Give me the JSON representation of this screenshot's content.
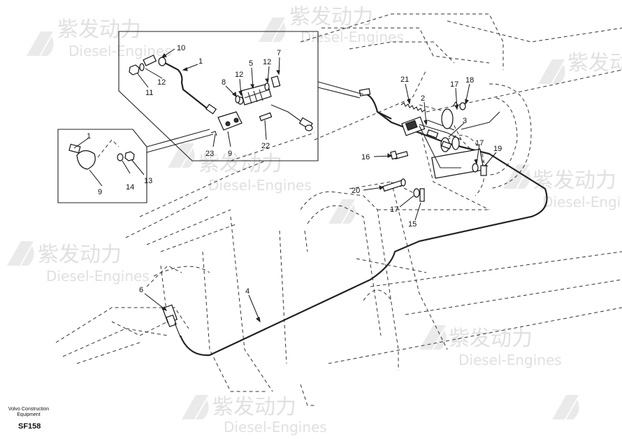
{
  "callouts": [
    {
      "id": "c10a",
      "text": "10"
    },
    {
      "id": "c1a",
      "text": "1"
    },
    {
      "id": "c11",
      "text": "11"
    },
    {
      "id": "c12a",
      "text": "12"
    },
    {
      "id": "c8",
      "text": "8"
    },
    {
      "id": "c12b",
      "text": "12"
    },
    {
      "id": "c5",
      "text": "5"
    },
    {
      "id": "c12c",
      "text": "12"
    },
    {
      "id": "c7",
      "text": "7"
    },
    {
      "id": "c23",
      "text": "23"
    },
    {
      "id": "c9a",
      "text": "9"
    },
    {
      "id": "c22",
      "text": "22"
    },
    {
      "id": "c1b",
      "text": "1"
    },
    {
      "id": "c9b",
      "text": "9"
    },
    {
      "id": "c14",
      "text": "14"
    },
    {
      "id": "c13",
      "text": "13"
    },
    {
      "id": "c21",
      "text": "21"
    },
    {
      "id": "c2",
      "text": "2"
    },
    {
      "id": "c17a",
      "text": "17"
    },
    {
      "id": "c18",
      "text": "18"
    },
    {
      "id": "c3",
      "text": "3"
    },
    {
      "id": "c17b",
      "text": "17"
    },
    {
      "id": "c19",
      "text": "19"
    },
    {
      "id": "c16",
      "text": "16"
    },
    {
      "id": "c20",
      "text": "20"
    },
    {
      "id": "c17c",
      "text": "17"
    },
    {
      "id": "c15",
      "text": "15"
    },
    {
      "id": "c4",
      "text": "4"
    },
    {
      "id": "c6",
      "text": "6"
    }
  ],
  "watermark": {
    "chinese": "紫发动力",
    "english": "Diesel-Engines",
    "color": "#c7c7c7"
  },
  "footer": {
    "brand_line1": "Volvo Construction",
    "brand_line2": "Equipment",
    "code": "SF158"
  }
}
